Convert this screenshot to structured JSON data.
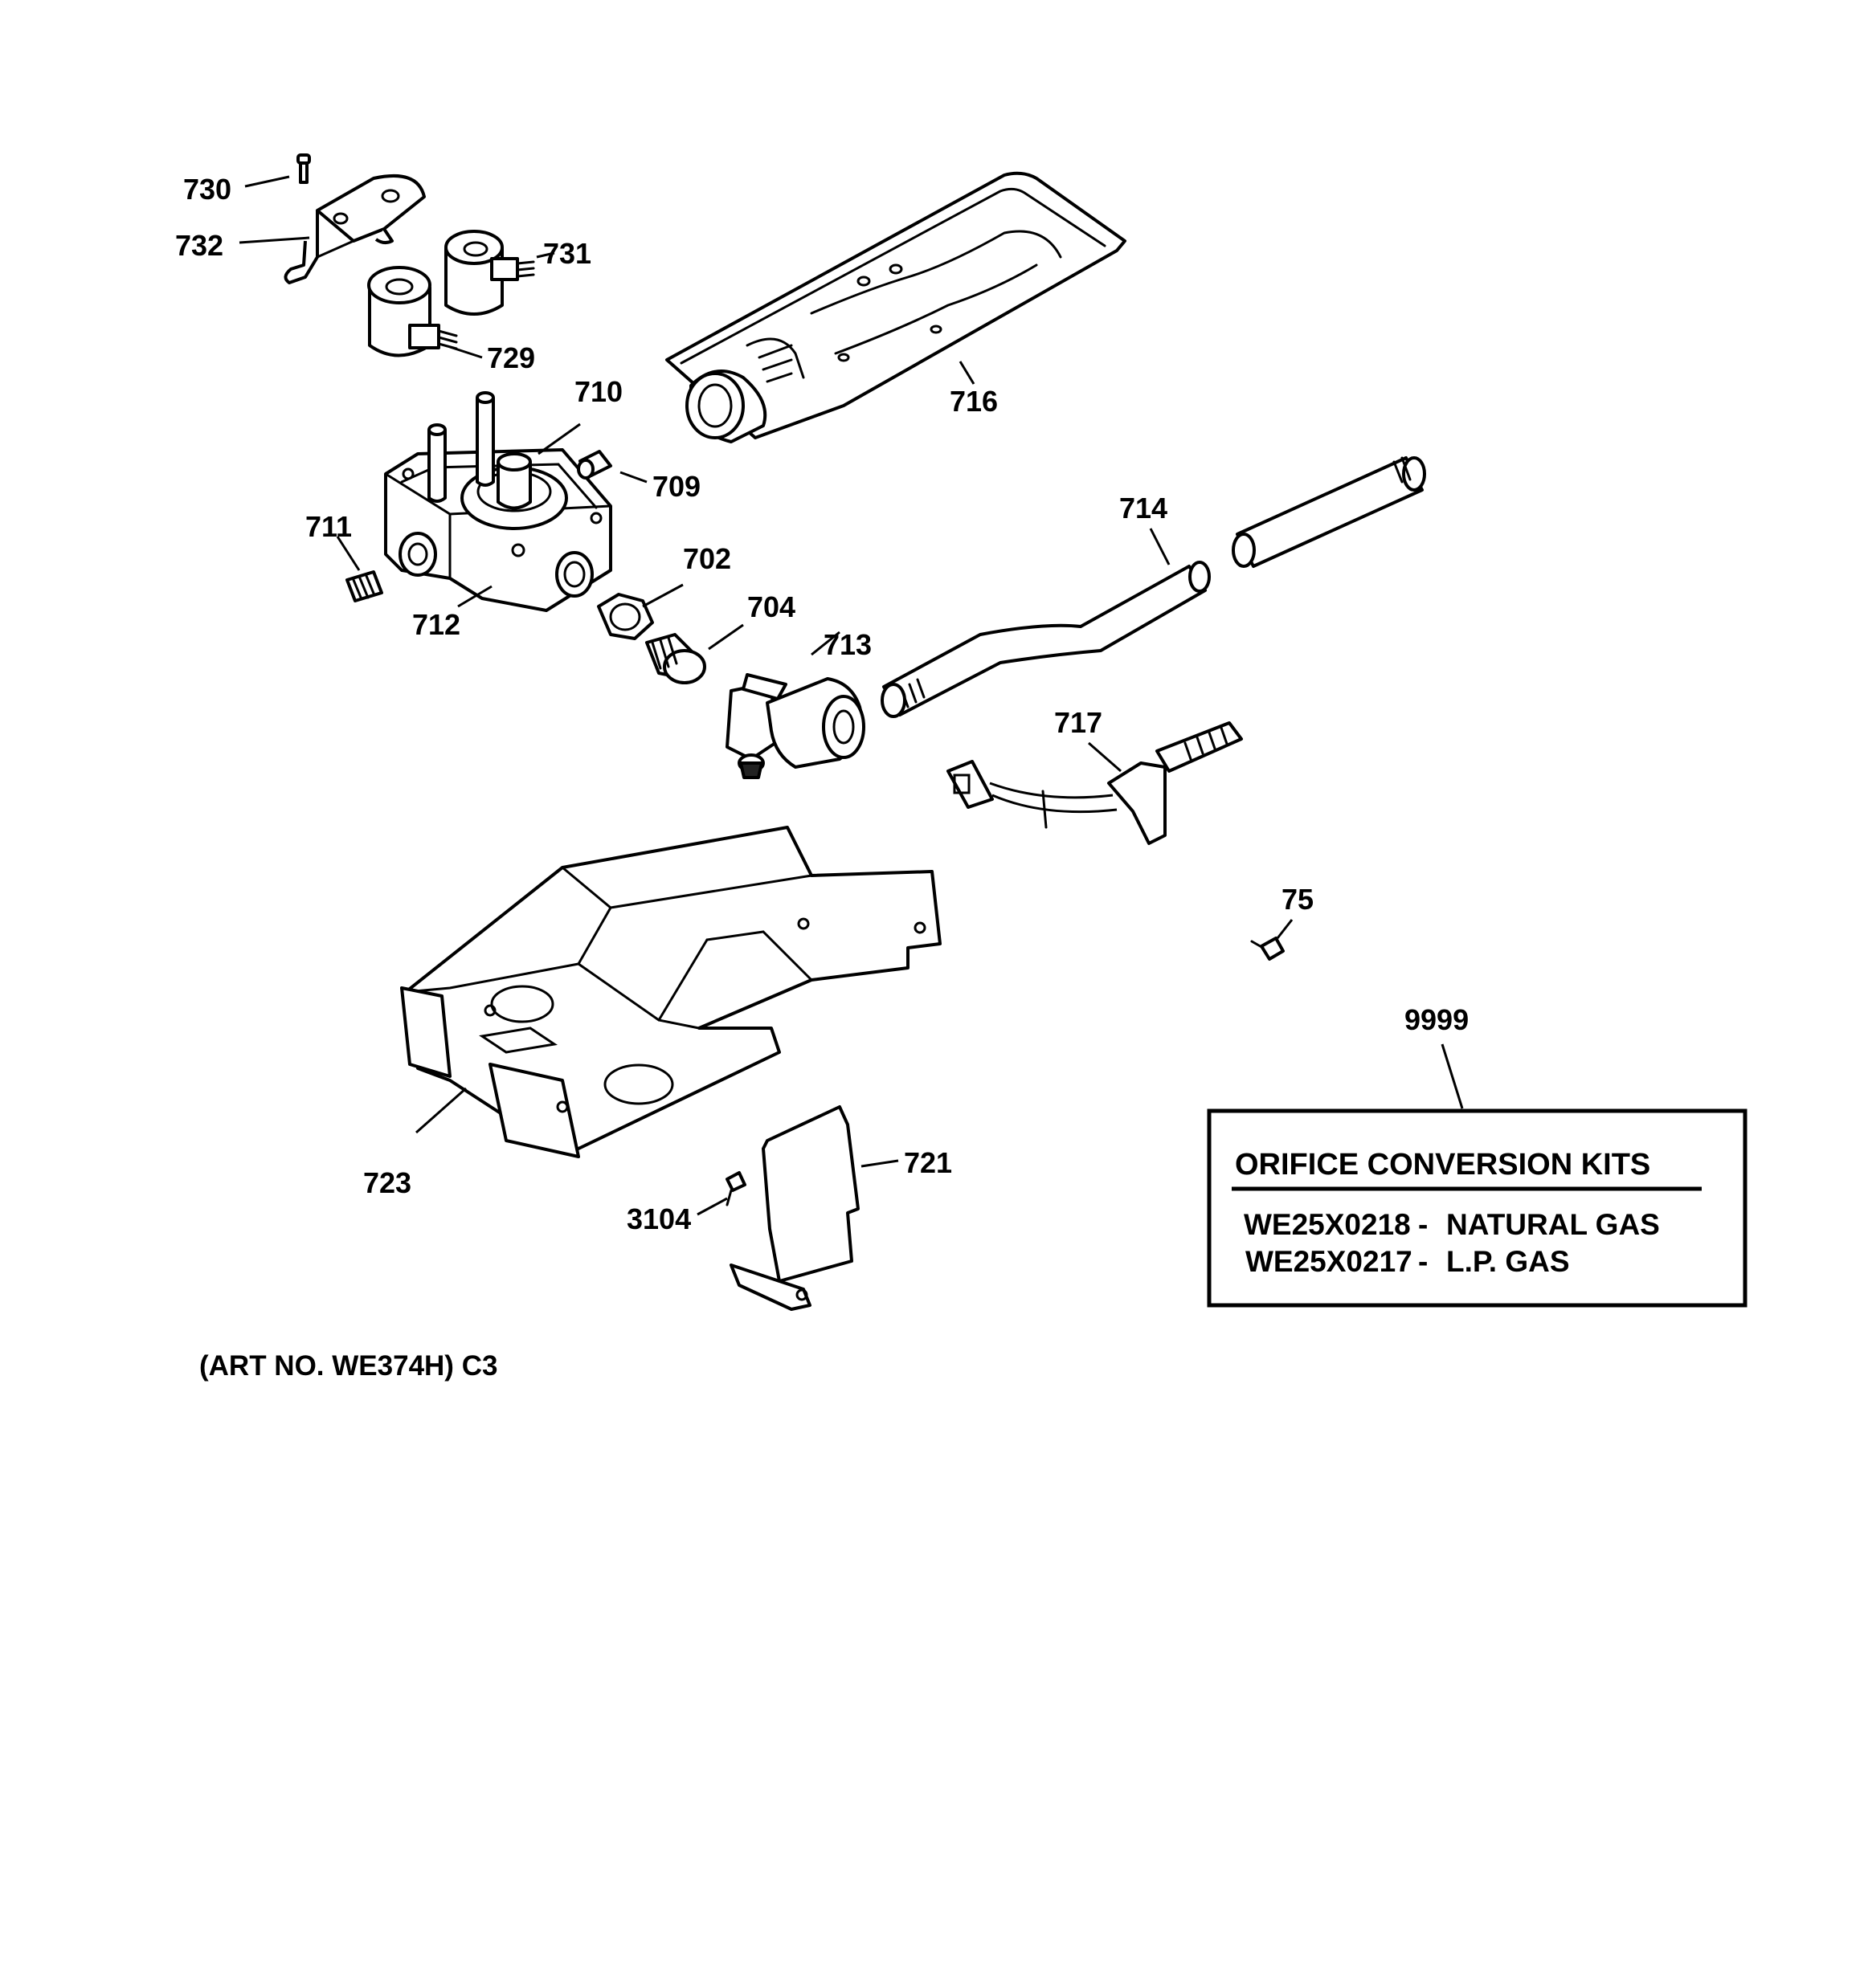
{
  "labels": {
    "p730": "730",
    "p732": "732",
    "p731": "731",
    "p729": "729",
    "p710": "710",
    "p716": "716",
    "p709": "709",
    "p711": "711",
    "p702": "702",
    "p712": "712",
    "p704": "704",
    "p713": "713",
    "p714": "714",
    "p717": "717",
    "p75": "75",
    "p9999": "9999",
    "p723": "723",
    "p721": "721",
    "p3104": "3104"
  },
  "kit_box": {
    "title": "ORIFICE CONVERSION KITS",
    "items": [
      {
        "part": "WE25X0218",
        "separator": "-",
        "desc": "NATURAL GAS"
      },
      {
        "part": "WE25X0217",
        "separator": "-",
        "desc": "L.P. GAS"
      }
    ]
  },
  "art_number": "(ART NO. WE374H) C3"
}
